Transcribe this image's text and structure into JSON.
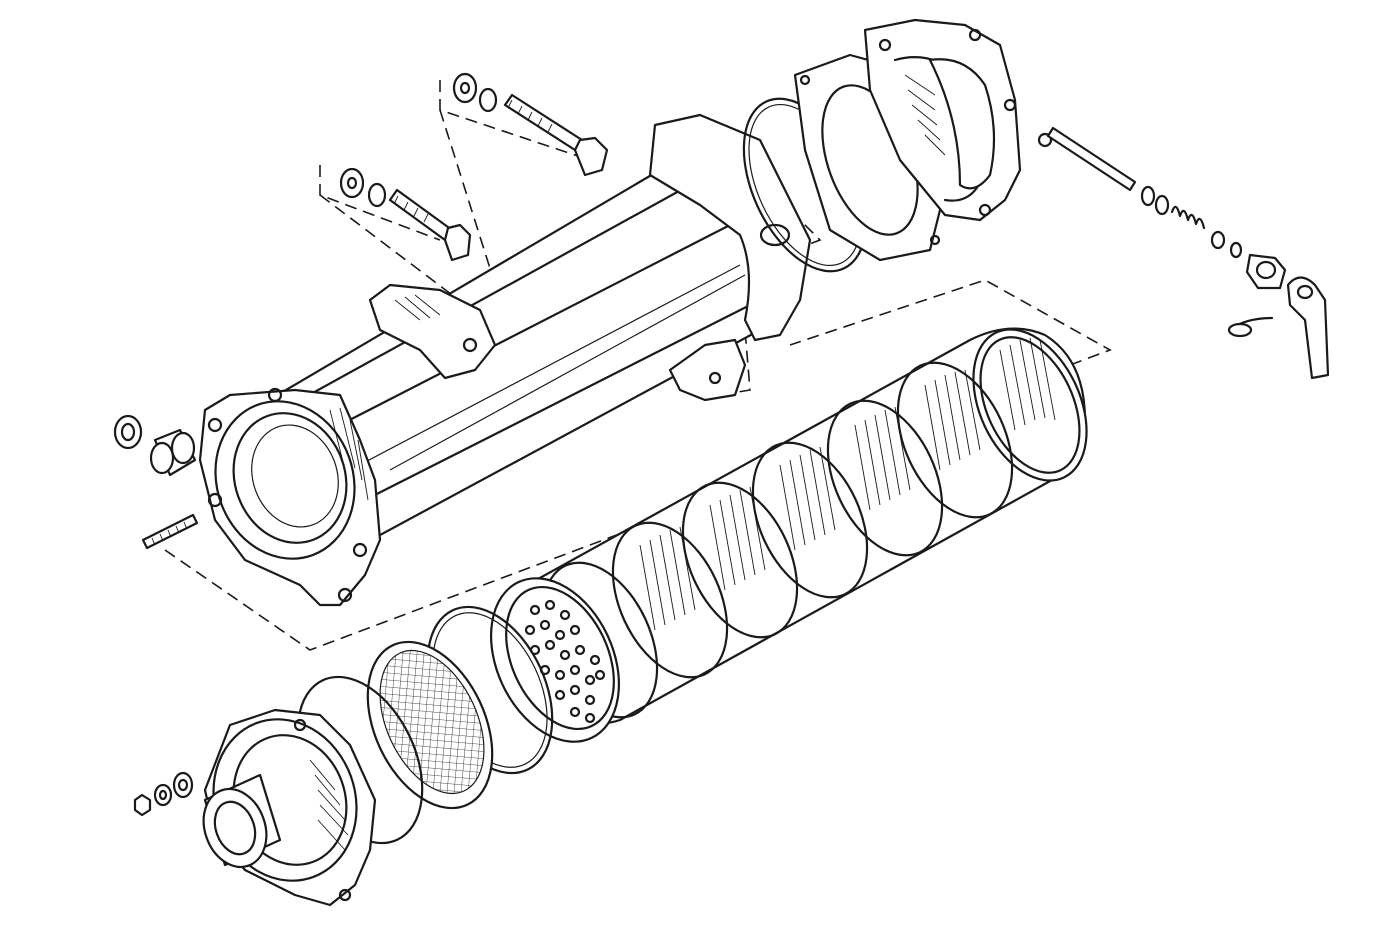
{
  "diagram": {
    "style": "black-and-white technical line drawing, exploded isometric view",
    "colors": {
      "ink": "#1a1a1a",
      "paper": "#ffffff"
    },
    "parts": [
      {
        "id": "oil-cooler-body",
        "label": ""
      },
      {
        "id": "cooler-core-tube-stack",
        "label": ""
      },
      {
        "id": "front-end-cap",
        "label": ""
      },
      {
        "id": "rear-end-cover",
        "label": ""
      },
      {
        "id": "rear-gasket",
        "label": ""
      },
      {
        "id": "rear-o-ring",
        "label": ""
      },
      {
        "id": "front-o-ring",
        "label": ""
      },
      {
        "id": "mesh-screen",
        "label": ""
      },
      {
        "id": "perforated-baffle-plate",
        "label": ""
      },
      {
        "id": "upper-mounting-bolt",
        "label": ""
      },
      {
        "id": "lower-mounting-bolt",
        "label": ""
      },
      {
        "id": "drain-valve-assembly",
        "label": ""
      },
      {
        "id": "drain-tap-lever",
        "label": ""
      },
      {
        "id": "bushing-and-washer",
        "label": ""
      },
      {
        "id": "stud",
        "label": ""
      },
      {
        "id": "end-cap-nut-washers",
        "label": ""
      }
    ]
  }
}
